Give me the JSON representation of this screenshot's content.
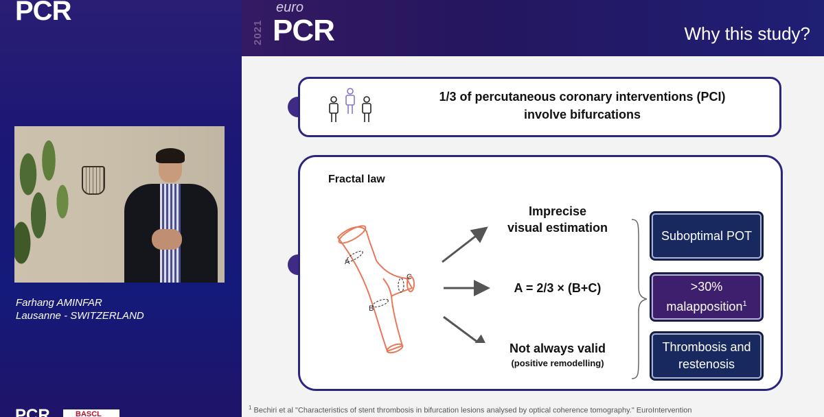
{
  "presenter": {
    "logo": "PCR",
    "name": "Farhang AMINFAR",
    "location": "Lausanne - SWITZERLAND",
    "bottom_logo": "PCR",
    "bottom_badge": "BASCL"
  },
  "slide": {
    "year": "2021",
    "brand_prefix": "euro",
    "brand": "PCR",
    "title": "Why this study?",
    "stat": {
      "line1": "1/3 of percutaneous coronary interventions (PCI)",
      "line2": "involve bifurcations"
    },
    "fractal": {
      "label": "Fractal law",
      "vessel_labels": [
        "A",
        "B",
        "C"
      ],
      "statements": {
        "imprecise_l1": "Imprecise",
        "imprecise_l2": "visual estimation",
        "formula": "A = 2/3 × (B+C)",
        "not_valid": "Not always valid",
        "not_valid_note": "(positive remodelling)"
      },
      "results": {
        "r1": "Suboptimal POT",
        "r2_l1": ">30%",
        "r2_l2": "malapposition",
        "r2_sup": "1",
        "r3_l1": "Thrombosis and",
        "r3_l2": "restenosis"
      }
    },
    "footnote_marker": "1",
    "footnote": "Bechiri et al \"Characteristics of stent thrombosis in bifurcation lesions analysed by optical coherence tomography.\" EuroIntervention"
  },
  "colors": {
    "header_purple": "#341a62",
    "box_border": "#2c2580",
    "result_blue": "#17295f",
    "result_purple": "#3e1f6e",
    "vessel": "#e8785a"
  }
}
